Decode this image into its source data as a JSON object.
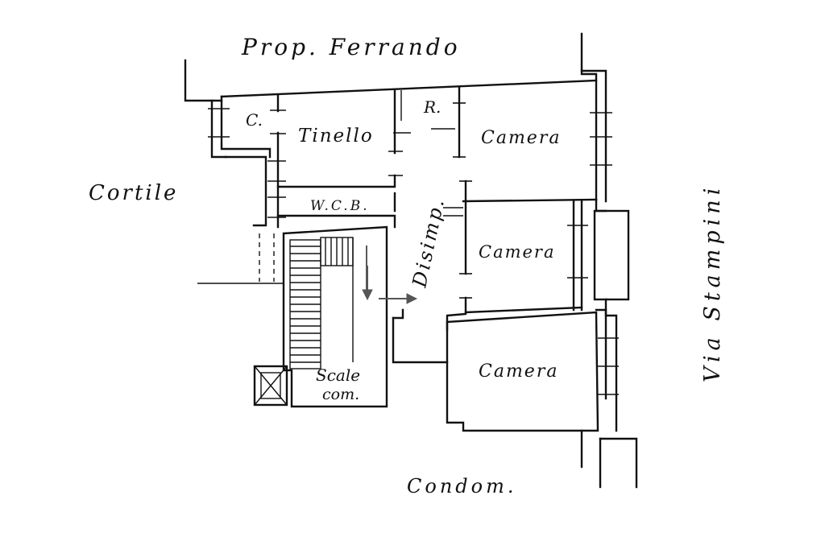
{
  "labels": {
    "north_neighbor": "Prop. Ferrando",
    "courtyard": "Cortile",
    "street": "Via Stampini",
    "south_neighbor": "Condom.",
    "closet": "C.",
    "dining": "Tinello",
    "storage": "R.",
    "bedroom_1": "Camera",
    "bathroom": "W.C.B.",
    "hallway": "Disimp.",
    "bedroom_2": "Camera",
    "bedroom_3": "Camera",
    "stairs_line1": "Scale",
    "stairs_line2": "com."
  },
  "colors": {
    "ink": "#111111",
    "arrow": "#555555",
    "paper": "#ffffff"
  }
}
